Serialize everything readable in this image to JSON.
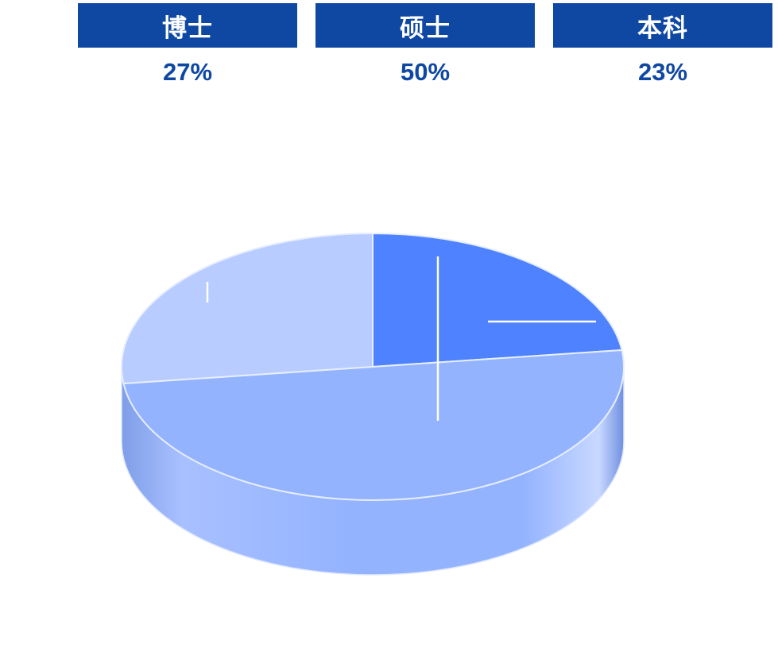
{
  "cards": [
    {
      "label": "博士",
      "value": "27%"
    },
    {
      "label": "硕士",
      "value": "50%"
    },
    {
      "label": "本科",
      "value": "23%"
    }
  ],
  "colors": {
    "header": "#0f48a3",
    "value_text": "#0f48a3",
    "slice_bachelor": "#4f82ff",
    "slice_master": "#94b3ff",
    "slice_doctor": "#b9ccff",
    "side_dark": "#7f9ee8",
    "side_light": "#c8d8ff"
  },
  "chart_data": {
    "type": "pie",
    "style": "3d",
    "categories": [
      "本科",
      "硕士",
      "博士"
    ],
    "values": [
      23,
      50,
      27
    ],
    "title": "",
    "legend": "top"
  }
}
